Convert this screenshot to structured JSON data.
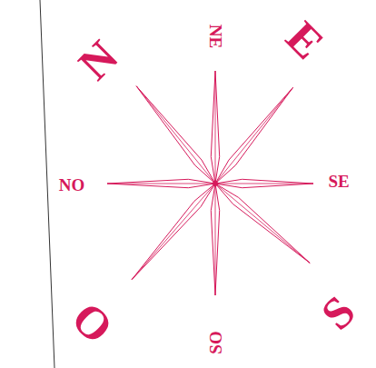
{
  "diagram": {
    "labels": [
      "N",
      "NE",
      "E",
      "NO",
      "SE",
      "O",
      "SO",
      "S"
    ]
  }
}
